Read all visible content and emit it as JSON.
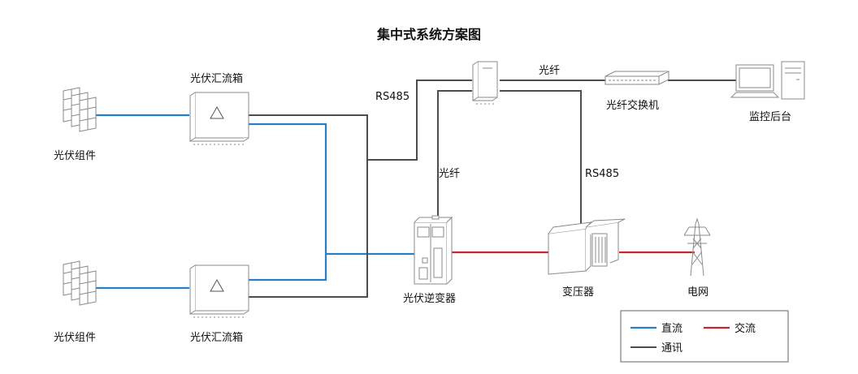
{
  "title": "集中式系统方案图",
  "labels": {
    "pv_module_top": "光伏组件",
    "pv_module_bottom": "光伏组件",
    "combiner_top": "光伏汇流箱",
    "combiner_bottom": "光伏汇流箱",
    "inverter": "光伏逆变器",
    "transformer": "变压器",
    "grid": "电网",
    "fiber_switch": "光纤交换机",
    "monitor": "监控后台",
    "rs485_left": "RS485",
    "rs485_right": "RS485",
    "fiber_top": "光纤",
    "fiber_mid": "光纤"
  },
  "legend": {
    "dc": "直流",
    "ac": "交流",
    "comm": "通讯"
  },
  "colors": {
    "dc": "#2a7fc4",
    "ac": "#c8262e",
    "comm": "#4d4d4d",
    "equipment_stroke": "#8a8a8a"
  },
  "icons": {
    "pv_module": "solar-panel-icon",
    "combiner": "combiner-box-icon",
    "inverter": "inverter-cabinet-icon",
    "transformer": "transformer-icon",
    "grid": "transmission-tower-icon",
    "data_logger": "data-logger-icon",
    "switch": "network-switch-icon",
    "monitor": "computer-icon"
  }
}
